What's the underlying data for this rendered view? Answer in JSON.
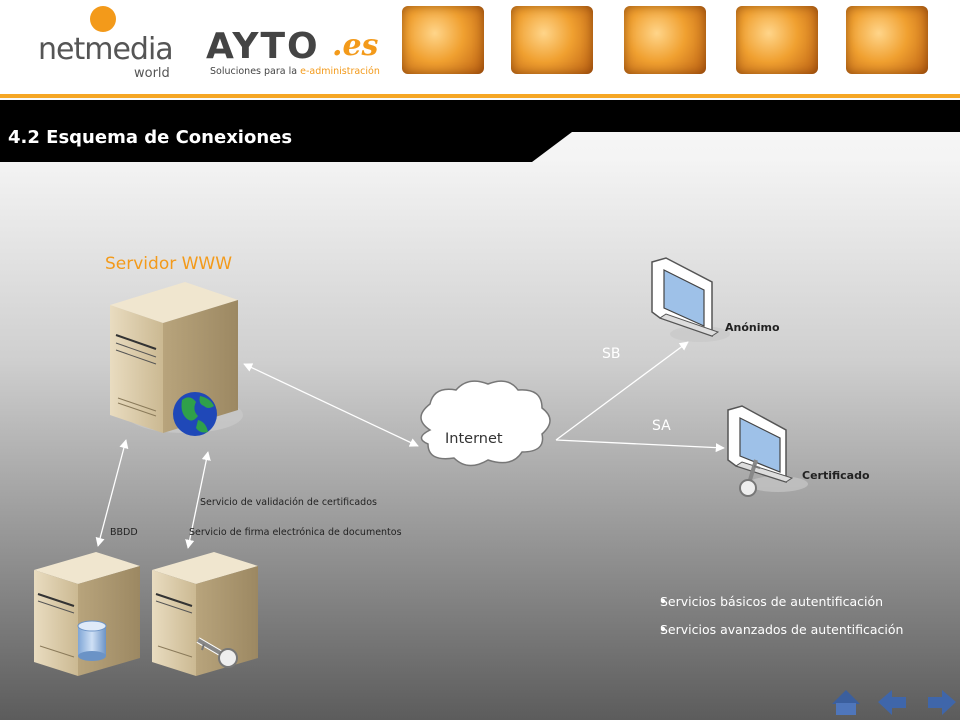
{
  "header": {
    "netmedia_text": "netmedia",
    "netmedia_sub": "world",
    "ayto_text": "AYTO",
    "ayto_es": ".es",
    "ayto_sub_prefix": "Soluciones para la ",
    "ayto_sub_highlight": "e-administración"
  },
  "slide": {
    "title": "4.2 Esquema de Conexiones"
  },
  "diagram": {
    "server_title": "Servidor WWW",
    "cloud_label": "Internet",
    "link_sb": "SB",
    "link_sa": "SA",
    "terminal_anonimo": "Anónimo",
    "terminal_certificado": "Certificado",
    "label_bbdd": "BBDD",
    "label_validacion": "Servicio de validación de certificados",
    "label_firma": "Servicio de firma electrónica de documentos"
  },
  "legend": {
    "items": [
      "Servicios básicos de autentificación",
      "Servicios avanzados de autentificación"
    ]
  },
  "colors": {
    "accent": "#f39a1a",
    "title_bar": "#000000"
  },
  "navigation": {
    "icons": [
      "home-icon",
      "arrow-left-icon",
      "arrow-right-icon"
    ]
  }
}
